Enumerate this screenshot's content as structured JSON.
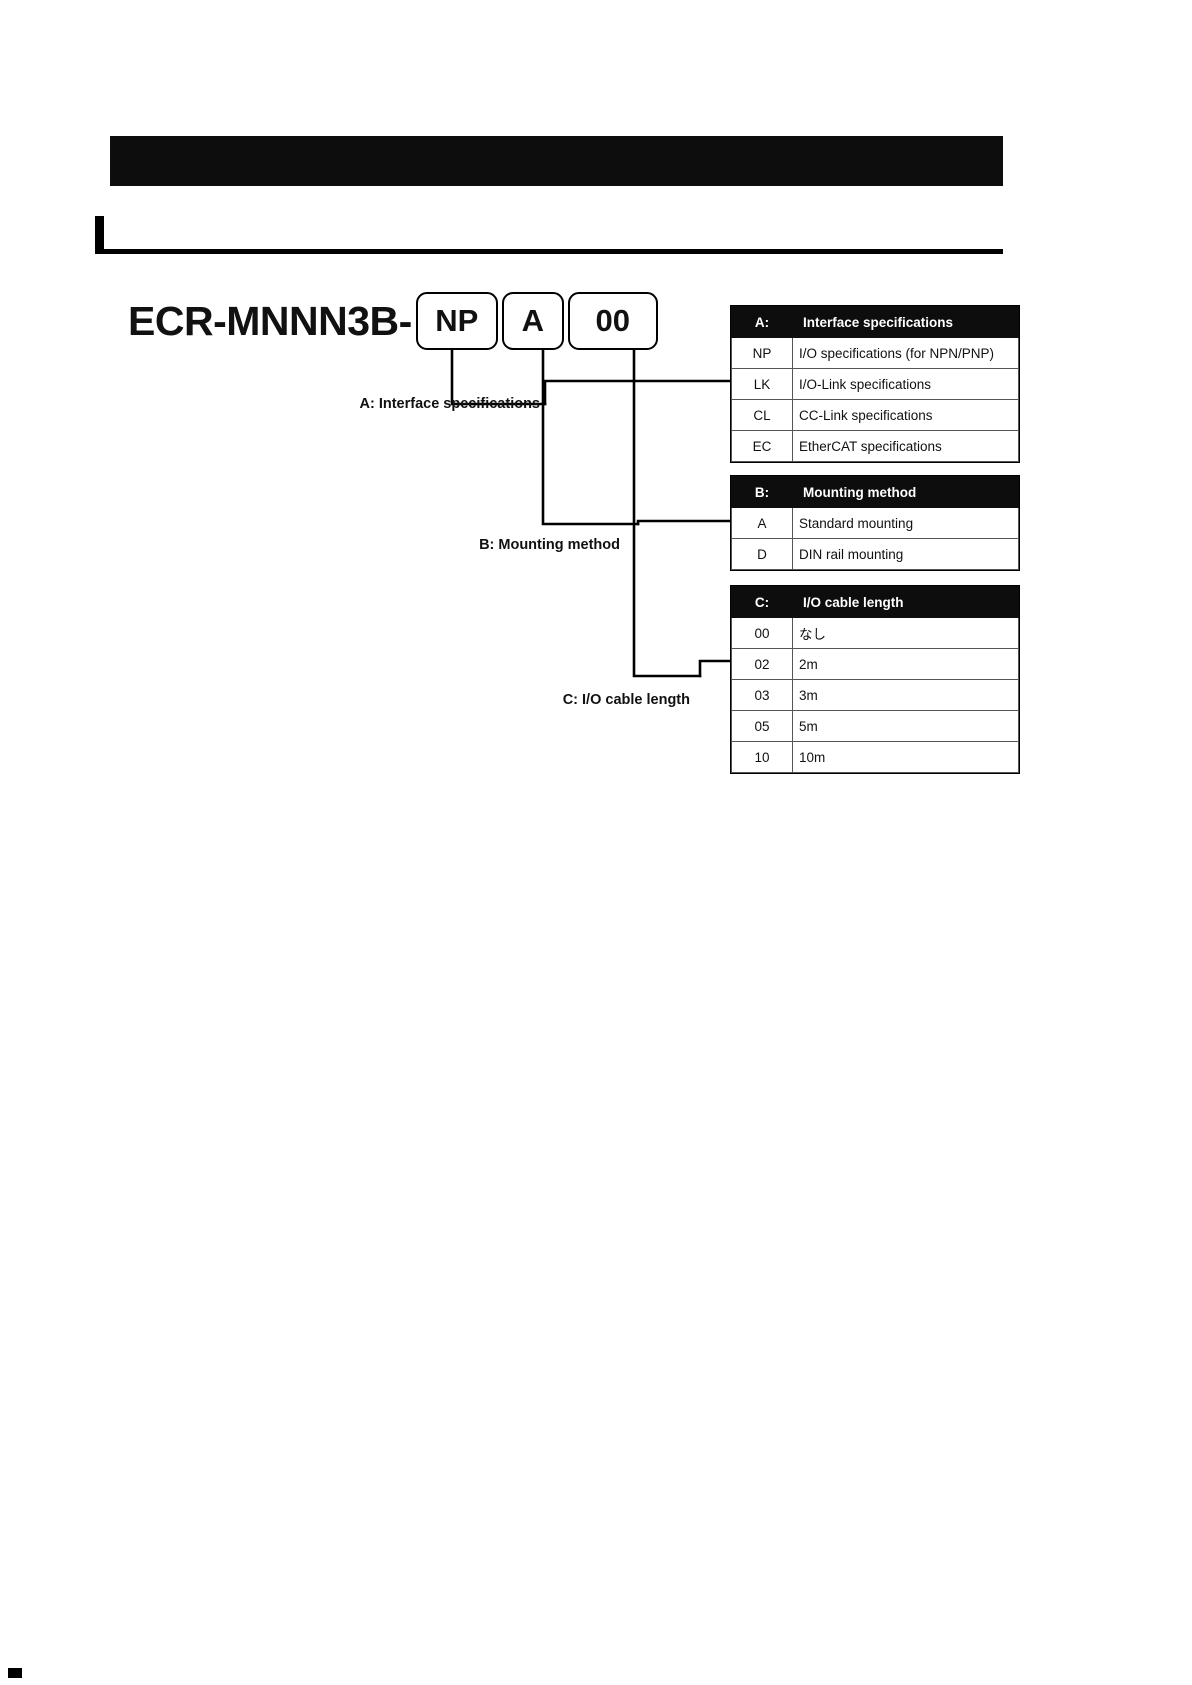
{
  "header": {
    "bar_text": "",
    "section_title": ""
  },
  "model_code": {
    "base": "ECR-MNNN3B-",
    "segments": [
      {
        "name": "interface",
        "value": "NP"
      },
      {
        "name": "mounting",
        "value": "A"
      },
      {
        "name": "cable",
        "value": "00"
      }
    ]
  },
  "callouts": {
    "a": "A: Interface specifications",
    "b": "B: Mounting method",
    "c": "C: I/O cable length"
  },
  "tables": {
    "a": {
      "code_header": "A:",
      "desc_header": "Interface specifications",
      "rows": [
        {
          "code": "NP",
          "desc": "I/O specifications (for NPN/PNP)"
        },
        {
          "code": "LK",
          "desc": "I/O-Link specifications"
        },
        {
          "code": "CL",
          "desc": "CC-Link specifications"
        },
        {
          "code": "EC",
          "desc": "EtherCAT specifications"
        }
      ]
    },
    "b": {
      "code_header": "B:",
      "desc_header": "Mounting method",
      "rows": [
        {
          "code": "A",
          "desc": "Standard mounting"
        },
        {
          "code": "D",
          "desc": "DIN rail mounting"
        }
      ]
    },
    "c": {
      "code_header": "C:",
      "desc_header": "I/O cable length",
      "rows": [
        {
          "code": "00",
          "desc": "なし"
        },
        {
          "code": "02",
          "desc": "2m"
        },
        {
          "code": "03",
          "desc": "3m"
        },
        {
          "code": "05",
          "desc": "5m"
        },
        {
          "code": "10",
          "desc": "10m"
        }
      ]
    }
  },
  "colors": {
    "header_bar": "#0d0d0d",
    "table_header": "#0d0d0d",
    "text": "#111111",
    "rule": "#000000"
  }
}
